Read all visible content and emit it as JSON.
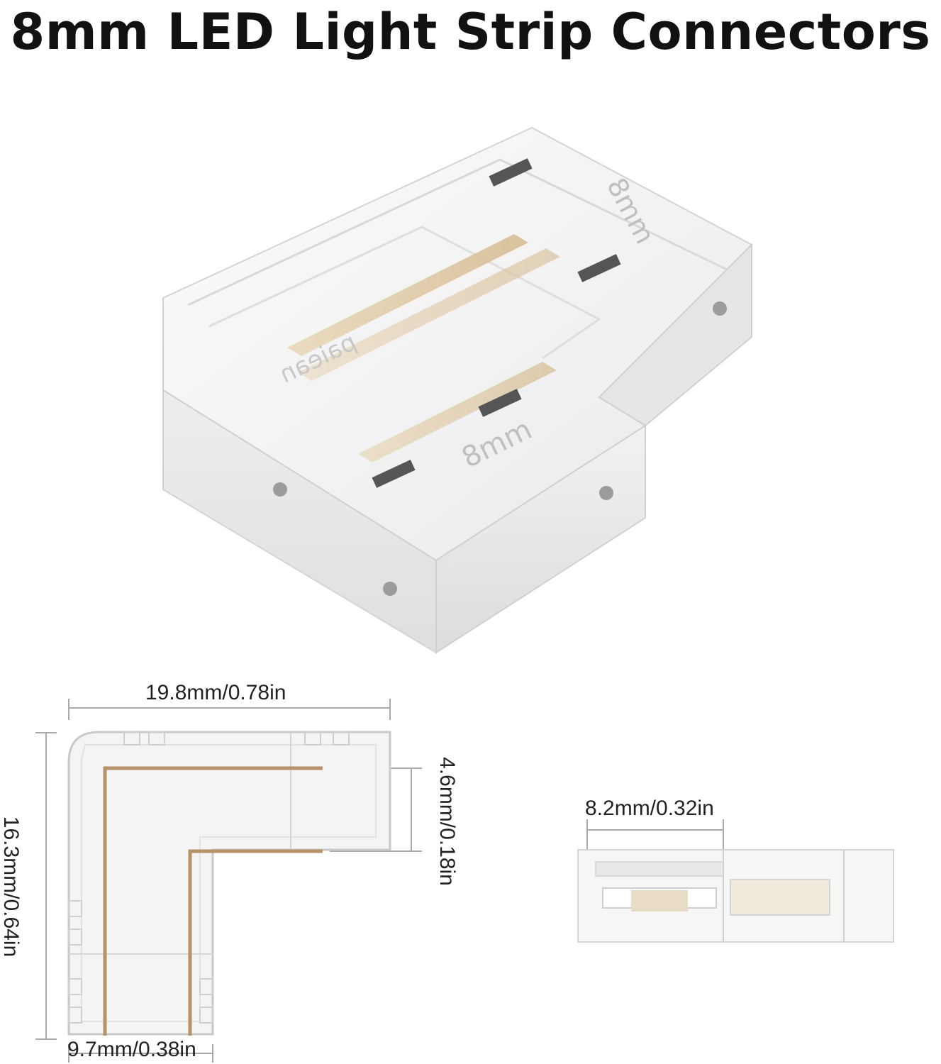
{
  "title": "8mm LED Light Strip Connectors",
  "product_photo": {
    "engraving_brand": "paiean",
    "engraving_size": "8mm",
    "engraving_size_2": "8mm"
  },
  "dimensions": {
    "width": "19.8mm/0.78in",
    "height": "16.3mm/0.64in",
    "pin_spacing": "4.6mm/0.18in",
    "bottom_width": "9.7mm/0.38in",
    "side_width": "8.2mm/0.32in"
  },
  "colors": {
    "pin_color": "#b8926a",
    "outline_color": "#c9c9c9",
    "body_color": "#f4f4f4"
  }
}
